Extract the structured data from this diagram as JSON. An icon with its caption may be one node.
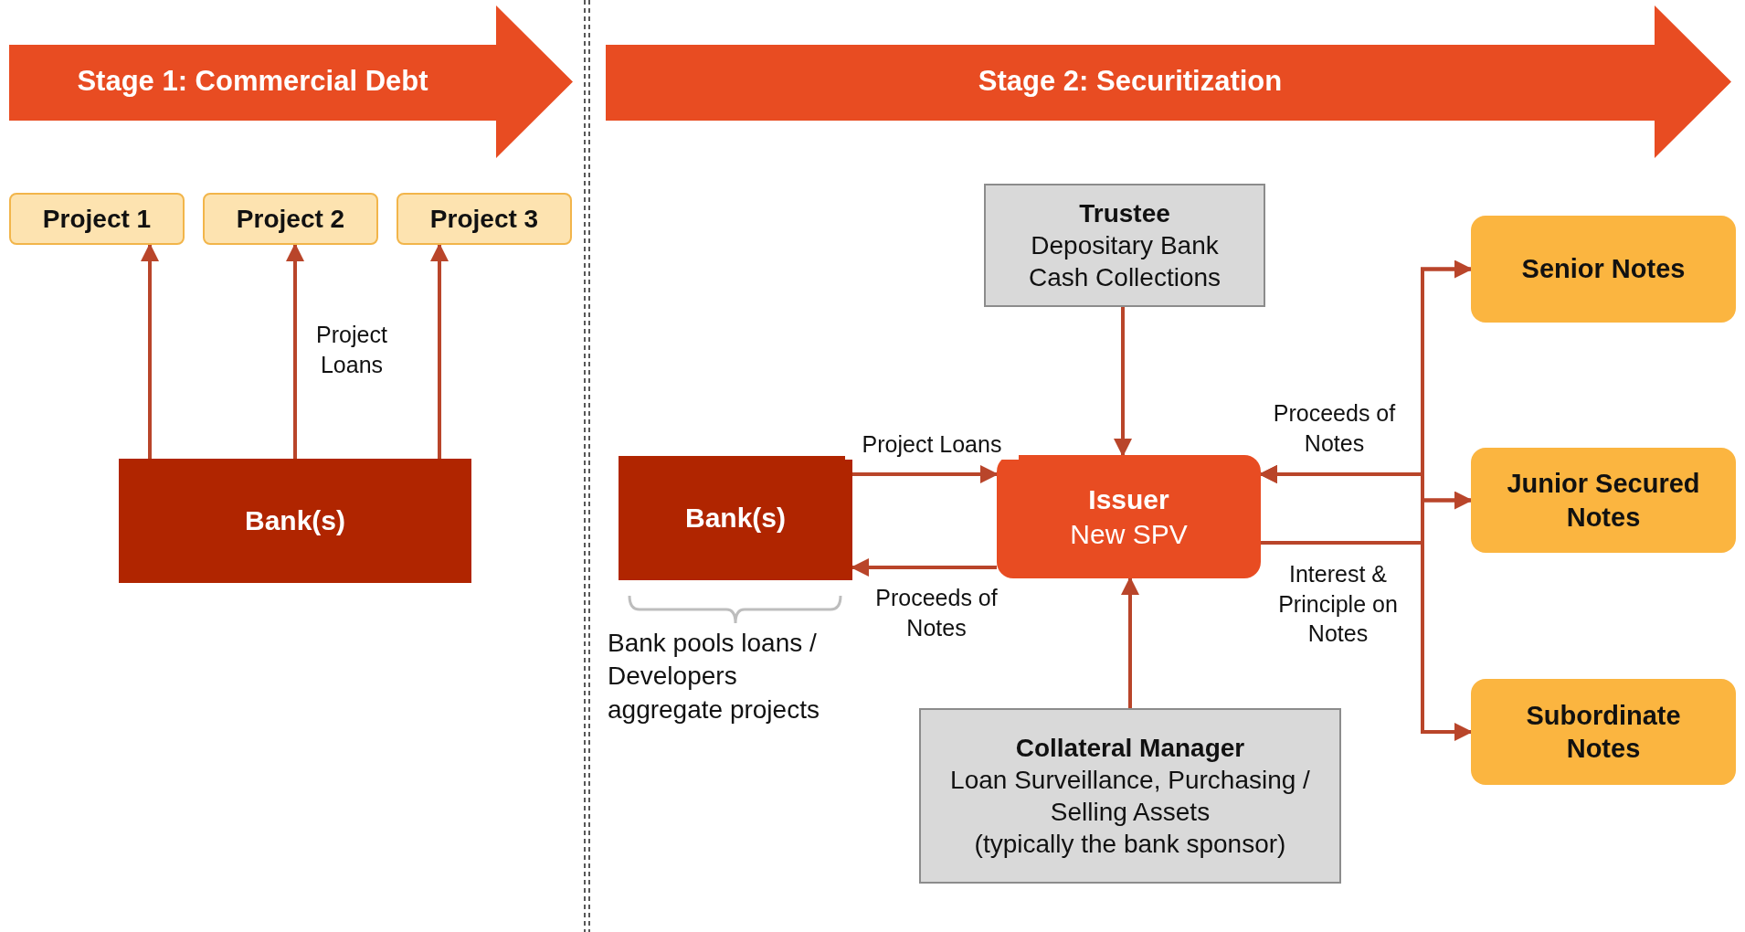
{
  "diagram": {
    "nodes": [
      {
        "text": [
          "Stage 1: Commercial Debt"
        ]
      },
      {
        "text": [
          "Stage 2: Securitization"
        ]
      },
      {
        "text": [
          "Project 1"
        ]
      },
      {
        "text": [
          "Project 2"
        ]
      },
      {
        "text": [
          "Project 3"
        ]
      },
      {
        "text": [
          "Bank(s)"
        ]
      },
      {
        "text": [
          "Trustee",
          "Depositary Bank",
          "Cash Collections"
        ]
      },
      {
        "text": [
          "Bank(s)"
        ]
      },
      {
        "text": [
          "Issuer",
          "New SPV"
        ]
      },
      {
        "text": [
          "Collateral Manager",
          "Loan Surveillance, Purchasing / Selling Assets",
          "(typically the bank sponsor)"
        ]
      },
      {
        "text": [
          "Senior Notes"
        ]
      },
      {
        "text": [
          "Junior Secured Notes"
        ]
      },
      {
        "text": [
          "Subordinate Notes"
        ]
      }
    ],
    "edges": [
      {
        "from": 5,
        "to": 2,
        "arrow": "to"
      },
      {
        "from": 5,
        "to": 3,
        "arrow": "to",
        "label": "Project Loans"
      },
      {
        "from": 5,
        "to": 4,
        "arrow": "to"
      },
      {
        "from": 6,
        "to": 8,
        "arrow": "to"
      },
      {
        "from": 7,
        "to": 8,
        "arrow": "to",
        "label": "Project Loans"
      },
      {
        "from": 8,
        "to": 7,
        "arrow": "to",
        "label": "Proceeds of Notes"
      },
      {
        "from": 10,
        "to": 8,
        "arrow": "to",
        "label": "Proceeds of Notes"
      },
      {
        "from": 11,
        "to": 8,
        "arrow": "to"
      },
      {
        "from": 12,
        "to": 8,
        "arrow": "to"
      },
      {
        "from": 8,
        "to": 10,
        "arrow": "to",
        "label": "Interest & Principle on Notes"
      },
      {
        "from": 8,
        "to": 11,
        "arrow": "to"
      },
      {
        "from": 8,
        "to": 12,
        "arrow": "to"
      },
      {
        "from": 9,
        "to": 8,
        "arrow": "to"
      }
    ],
    "labels": [
      "Bank pools loans / Developers aggregate projects"
    ]
  }
}
